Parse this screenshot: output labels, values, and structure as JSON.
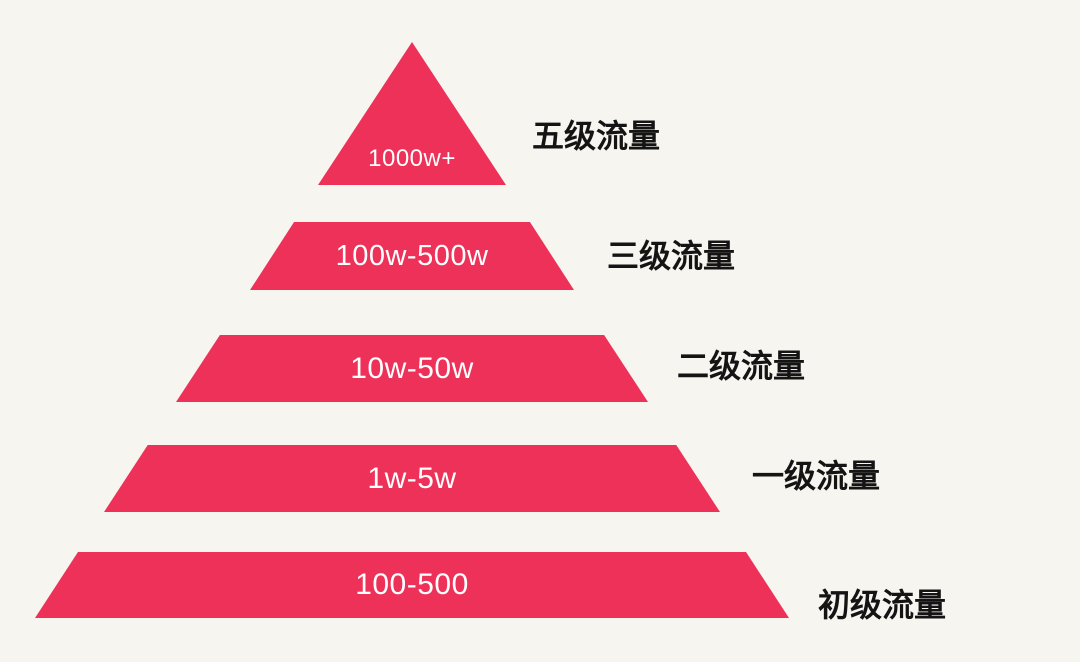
{
  "colors": {
    "pyramid": "#ee3158",
    "background": "#f7f5f0",
    "value_text": "#ffffff",
    "label_text": "#141414"
  },
  "chart_data": {
    "type": "pyramid",
    "title": "",
    "levels": [
      {
        "value": "1000w+",
        "label": "五级流量"
      },
      {
        "value": "100w-500w",
        "label": "三级流量"
      },
      {
        "value": "10w-50w",
        "label": "二级流量"
      },
      {
        "value": "1w-5w",
        "label": "一级流量"
      },
      {
        "value": "100-500",
        "label": "初级流量"
      }
    ]
  }
}
